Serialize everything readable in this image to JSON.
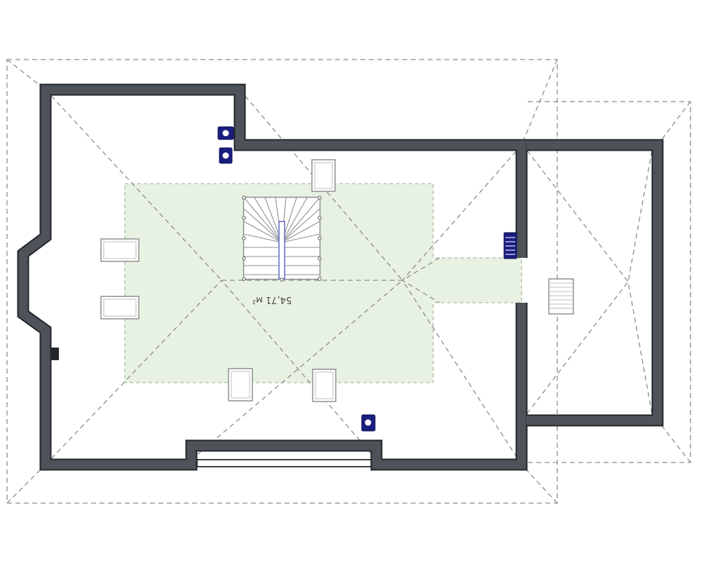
{
  "plan": {
    "area_label": "54,71 м²"
  },
  "symbols": {
    "staircase": "winder-staircase-symbol",
    "roof_window": "roof-window-symbol",
    "loft_ladder": "loft-ladder-symbol",
    "light_fixture": "ceiling-light-symbol",
    "vent": "vent-grille-symbol"
  },
  "colors": {
    "background": "#ffffff",
    "wall": "#4d5358",
    "wall_outline": "#24272a",
    "floor_fill": "#e8f2e2",
    "floor_border": "#9fae9b",
    "dash": "#8c8c8c",
    "detail": "#8f8f8f",
    "detail_light": "#bdbdbd",
    "fixture": "#1a1d80",
    "fixture_stripe": "#c9cdf2",
    "rail": "#6a6fc4",
    "text": "#4a4a4a"
  }
}
